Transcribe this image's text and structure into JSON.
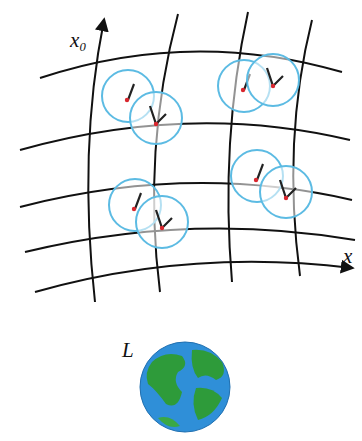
{
  "diagram": {
    "labels": [
      "x₀",
      "x",
      "L"
    ]
  }
}
